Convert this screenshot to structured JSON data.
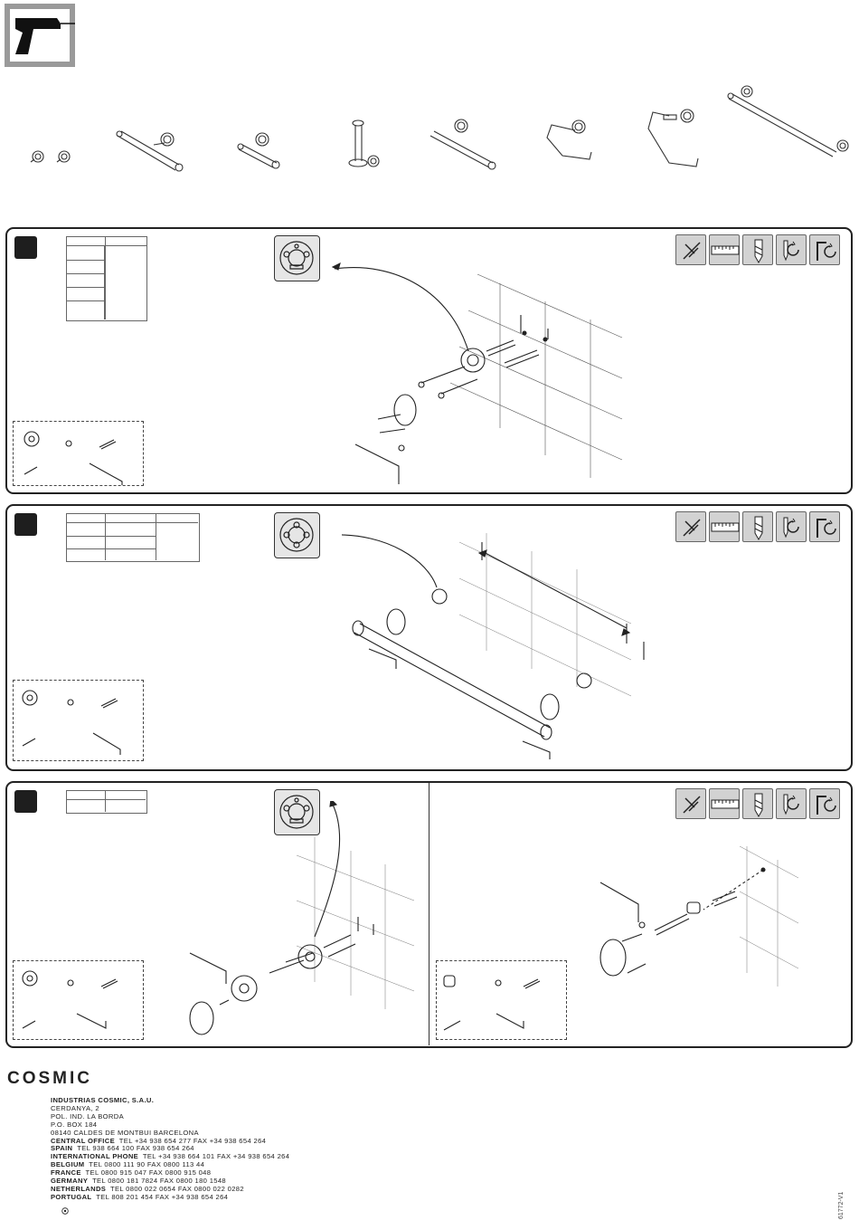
{
  "brand": {
    "name": "COSMIC"
  },
  "company": {
    "name": "INDUSTRIAS COSMIC, S.A.U.",
    "street": "CERDANYA, 2",
    "area": "POL. IND. LA BORDA",
    "box": "P.O. BOX 184",
    "city": "08140  CALDES DE MONTBUI  BARCELONA"
  },
  "contacts": [
    {
      "label": "CENTRAL OFFICE",
      "text": "TEL +34 938 654 277  FAX +34 938 654 264"
    },
    {
      "label": "SPAIN",
      "text": "TEL 938 664 100  FAX 938 654 264"
    },
    {
      "label": "INTERNATIONAL PHONE",
      "text": "TEL +34 938 664 101  FAX +34 938 654 264"
    },
    {
      "label": "BELGIUM",
      "text": "TEL 0800 111 90  FAX 0800 113 44"
    },
    {
      "label": "FRANCE",
      "text": "TEL 0800 915 047  FAX 0800 915 048"
    },
    {
      "label": "GERMANY",
      "text": "TEL 0800 181 7824  FAX 0800 180 1548"
    },
    {
      "label": "NETHERLANDS",
      "text": "TEL 0800 022 0654  FAX 0800 022 0282"
    },
    {
      "label": "PORTUGAL",
      "text": "TEL 808 201 454  FAX +34 938 654 264"
    }
  ],
  "doc_code": "61772-V1",
  "icons": [
    "drill-icon",
    "no-adhesive-icon",
    "ruler-icon",
    "drill-bit-icon",
    "screwdriver-icon",
    "hex-key-icon"
  ],
  "colors": {
    "badge": "#1e1e1e",
    "tool_bg": "#d2d2d2",
    "panel_border": "#222222"
  }
}
